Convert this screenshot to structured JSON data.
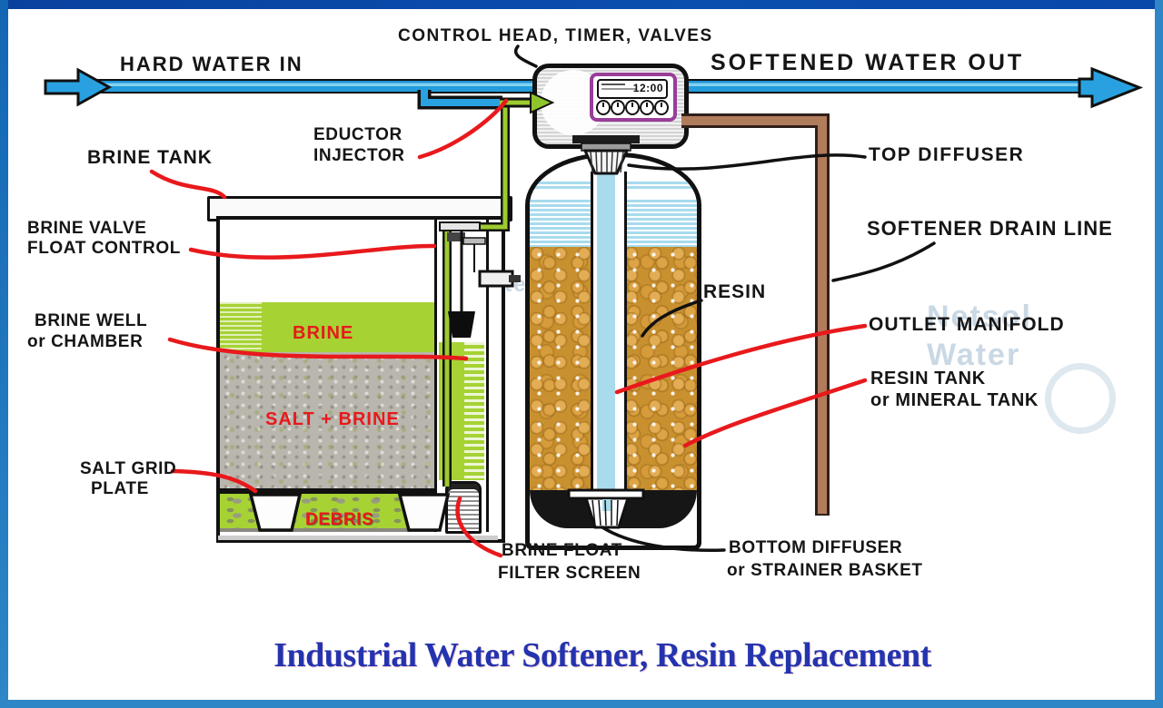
{
  "title": "Industrial Water Softener, Resin Replacement",
  "watermark": {
    "brand": "Netsol",
    "word": "Water"
  },
  "flow_labels": {
    "hard_water_in": "HARD WATER IN",
    "softened_water_out": "SOFTENED WATER OUT"
  },
  "control_head": {
    "label": "CONTROL HEAD, TIMER, VALVES",
    "display_time": "12:00"
  },
  "callouts": {
    "eductor": {
      "line1": "EDUCTOR",
      "line2": "INJECTOR"
    },
    "brine_tank": "BRINE TANK",
    "brine_valve": {
      "line1": "BRINE VALVE",
      "line2": "FLOAT CONTROL"
    },
    "brine_well": {
      "line1": "BRINE WELL",
      "line2": "or CHAMBER"
    },
    "salt_grid": {
      "line1": "SALT GRID",
      "line2": "PLATE"
    },
    "brine_float": {
      "line1": "BRINE FLOAT",
      "line2": "FILTER SCREEN"
    },
    "top_diffuser": "TOP DIFFUSER",
    "softener_drain_line": "SOFTENER DRAIN LINE",
    "resin": "RESIN",
    "outlet_manifold": "OUTLET MANIFOLD",
    "resin_tank": {
      "line1": "RESIN TANK",
      "line2": "or MINERAL TANK"
    },
    "bottom_diffuser": {
      "line1": "BOTTOM DIFFUSER",
      "line2": "or STRAINER BASKET"
    }
  },
  "tank_contents": {
    "brine": "BRINE",
    "salt_brine": "SALT + BRINE",
    "debris": "DEBRIS"
  },
  "colors": {
    "pipe_blue": "#29a1e0",
    "drain_brown": "#b07c5c",
    "brine_green": "#a6d234",
    "resin_tan": "#c8902f",
    "annotation_red": "#e8191c",
    "panel_purple": "#993d99",
    "title_blue": "#2433ae"
  }
}
